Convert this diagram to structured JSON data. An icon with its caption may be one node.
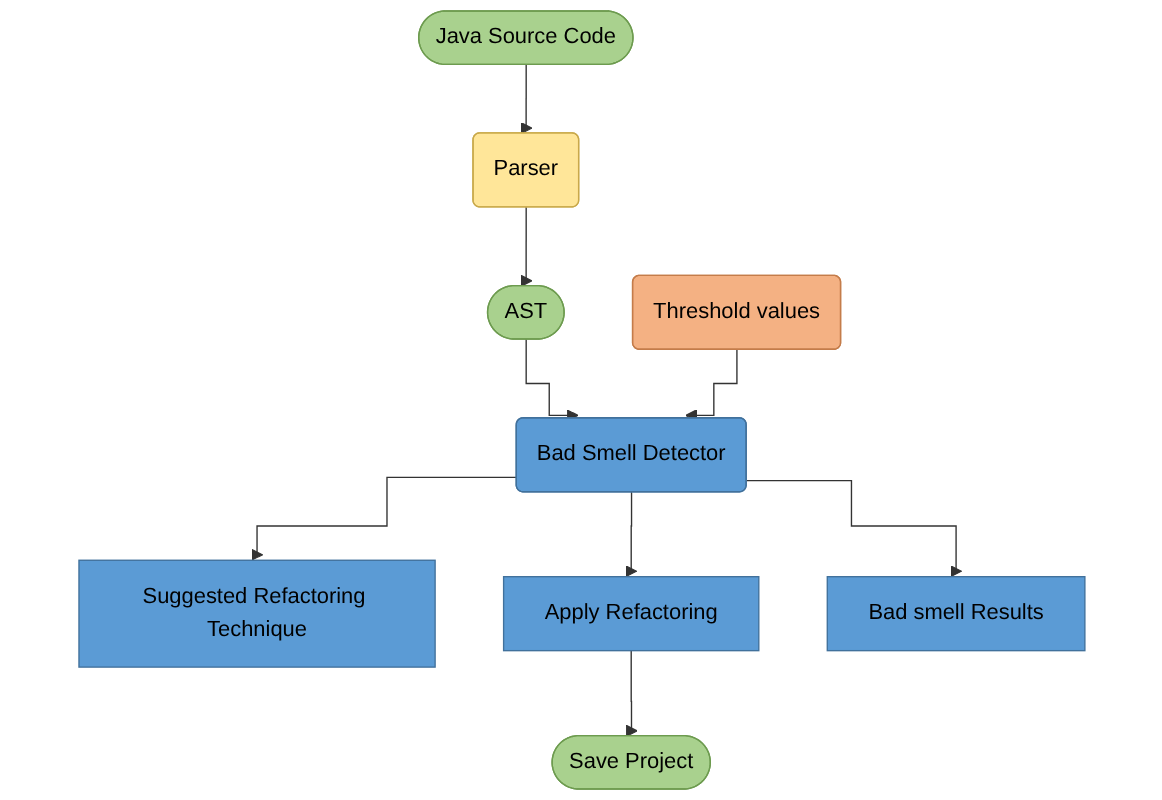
{
  "diagram": {
    "nodes": [
      {
        "text": [
          "Java Source Code"
        ]
      },
      {
        "text": [
          "Parser"
        ]
      },
      {
        "text": [
          "AST"
        ]
      },
      {
        "text": [
          "Bad Smell Detector"
        ]
      },
      {
        "text": [
          "Threshold values"
        ]
      },
      {
        "text": [
          "Suggested Refactoring Technique"
        ]
      },
      {
        "text": [
          "Apply Refactoring"
        ]
      },
      {
        "text": [
          "Bad smell Results"
        ]
      },
      {
        "text": [
          "Save Project"
        ]
      }
    ],
    "edges": [
      {
        "from": 0,
        "to": 1,
        "arrow": "to"
      },
      {
        "from": 1,
        "to": 2,
        "arrow": "to"
      },
      {
        "from": 2,
        "to": 3,
        "arrow": "to"
      },
      {
        "from": 4,
        "to": 3,
        "arrow": "to"
      },
      {
        "from": 3,
        "to": 5,
        "arrow": "to"
      },
      {
        "from": 3,
        "to": 6,
        "arrow": "to"
      },
      {
        "from": 3,
        "to": 7,
        "arrow": "to"
      },
      {
        "from": 6,
        "to": 8,
        "arrow": "to"
      }
    ]
  }
}
